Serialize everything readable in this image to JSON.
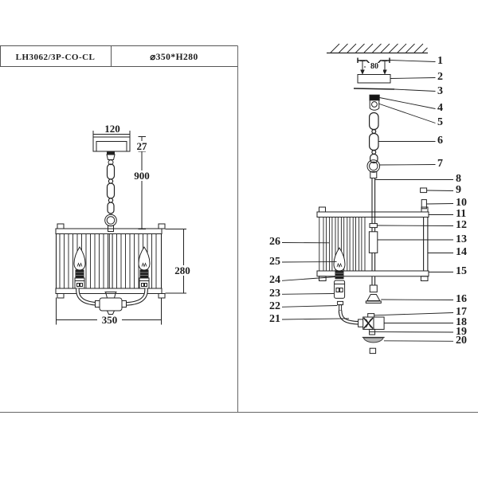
{
  "title_block": {
    "model": "LH3062/3P-CO-CL",
    "dimensions": "⌀350*H280"
  },
  "overview_drawing": {
    "dim_canopy_width": "120",
    "dim_canopy_height": "27",
    "dim_suspension_length": "900",
    "dim_shade_height": "280",
    "dim_shade_diameter": "350"
  },
  "exploded_drawing": {
    "dim_mount_hole_spacing": "80",
    "callouts_right": [
      {
        "label": "1"
      },
      {
        "label": "2"
      },
      {
        "label": "3"
      },
      {
        "label": "4"
      },
      {
        "label": "5"
      },
      {
        "label": "6"
      },
      {
        "label": "7"
      },
      {
        "label": "8"
      },
      {
        "label": "9"
      },
      {
        "label": "10"
      },
      {
        "label": "11"
      },
      {
        "label": "12"
      },
      {
        "label": "13"
      },
      {
        "label": "14"
      },
      {
        "label": "15"
      },
      {
        "label": "16"
      },
      {
        "label": "17"
      },
      {
        "label": "18"
      },
      {
        "label": "19"
      },
      {
        "label": "20"
      }
    ],
    "callouts_left": [
      {
        "label": "26"
      },
      {
        "label": "25"
      },
      {
        "label": "24"
      },
      {
        "label": "23"
      },
      {
        "label": "22"
      },
      {
        "label": "21"
      }
    ]
  }
}
